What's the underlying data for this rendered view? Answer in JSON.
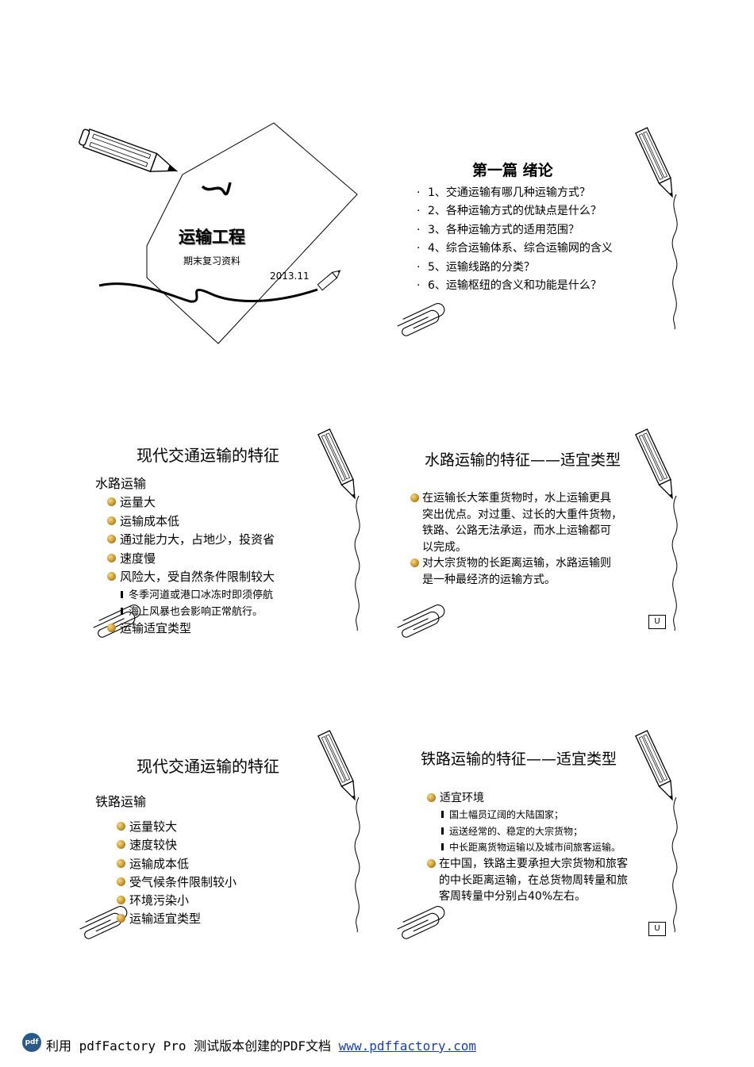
{
  "slide1": {
    "title": "运输工程",
    "subtitle": "期末复习资料",
    "date": "2013.11"
  },
  "slide2": {
    "title": "第一篇   绪论",
    "items": [
      "1、交通运输有哪几种运输方式？",
      "2、各种运输方式的优缺点是什么？",
      "3、各种运输方式的适用范围？",
      "4、综合运输体系、综合运输网的含义",
      "5、运输线路的分类？",
      "6、运输枢纽的含义和功能是什么？"
    ]
  },
  "slide3": {
    "title": "现代交通运输的特征",
    "heading": "水路运输",
    "items": [
      "运量大",
      "运输成本低",
      "通过能力大，占地少，投资省",
      "速度慢",
      "风险大，受自然条件限制较大"
    ],
    "subitems": [
      "冬季河道或港口冰冻时即须停航",
      "海上风暴也会影响正常航行。"
    ],
    "last": "运输适宜类型"
  },
  "slide4": {
    "title": "水路运输的特征——适宜类型",
    "p1": [
      "在运输长大笨重货物时，水上运输更具",
      "突出优点。对过重、过长的大重件货物，",
      "铁路、公路无法承运，而水上运输都可",
      "以完成。"
    ],
    "p2": [
      "对大宗货物的长距离运输，水路运输则",
      "是一种最经济的运输方式。"
    ],
    "nav": "U"
  },
  "slide5": {
    "title": "现代交通运输的特征",
    "heading": "铁路运输",
    "items": [
      "运量较大",
      "速度较快",
      "运输成本低",
      "受气候条件限制较小",
      "环境污染小",
      "运输适宜类型"
    ]
  },
  "slide6": {
    "title": "铁路运输的特征——适宜类型",
    "heading": "适宜环境",
    "subitems": [
      "国土幅员辽阔的大陆国家；",
      "运送经常的、稳定的大宗货物；",
      "中长距离货物运输以及城市间旅客运输。"
    ],
    "p2": [
      "在中国，铁路主要承担大宗货物和旅客",
      "的中长距离运输，在总货物周转量和旅",
      "客周转量中分别占40%左右。"
    ],
    "nav": "U"
  },
  "footer": {
    "logo": "pdf",
    "text": "利用 pdfFactory Pro 测试版本创建的PDF文档 ",
    "link": "www.pdffactory.com"
  }
}
